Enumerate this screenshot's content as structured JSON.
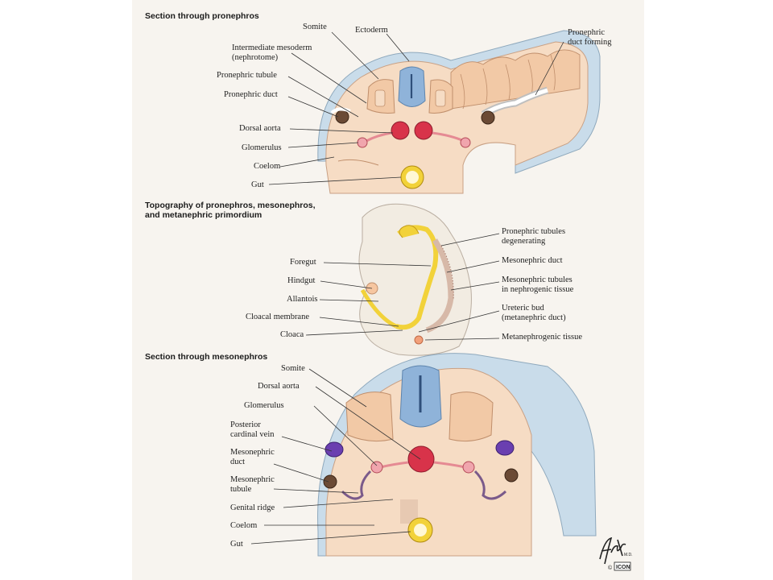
{
  "panels": {
    "pronephros": {
      "title": "Section through pronephros",
      "labels": {
        "somite": "Somite",
        "ectoderm": "Ectoderm",
        "intermediate_mesoderm": "Intermediate mesoderm\n(nephrotome)",
        "pronephric_tubule": "Pronephric tubule",
        "pronephric_duct": "Pronephric duct",
        "pronephric_duct_forming": "Pronephric\nduct forming",
        "dorsal_aorta": "Dorsal aorta",
        "glomerulus": "Glomerulus",
        "coelom": "Coelom",
        "gut": "Gut"
      }
    },
    "topography": {
      "title": "Topography of pronephros, mesonephros,\nand metanephric primordium",
      "labels": {
        "foregut": "Foregut",
        "hindgut": "Hindgut",
        "allantois": "Allantois",
        "cloacal_membrane": "Cloacal membrane",
        "cloaca": "Cloaca",
        "pronephric_tubules_degenerating": "Pronephric tubules\ndegenerating",
        "mesonephric_duct": "Mesonephric duct",
        "mesonephric_tubules": "Mesonephric tubules\nin nephrogenic tissue",
        "ureteric_bud": "Ureteric bud\n(metanephric duct)",
        "metanephrogenic_tissue": "Metanephrogenic tissue"
      }
    },
    "mesonephros": {
      "title": "Section through mesonephros",
      "labels": {
        "somite": "Somite",
        "dorsal_aorta": "Dorsal aorta",
        "glomerulus": "Glomerulus",
        "posterior_cardinal_vein": "Posterior\ncardinal vein",
        "mesonephric_duct": "Mesonephric\nduct",
        "mesonephric_tubule": "Mesonephric\ntubule",
        "genital_ridge": "Genital ridge",
        "coelom": "Coelom",
        "gut": "Gut"
      }
    }
  },
  "signature": {
    "artist": "F. Netter",
    "suffix": "M.D.",
    "publisher_mark": "ICON",
    "copyright_symbol": "©"
  },
  "colors": {
    "ectoderm_blue": "#c9dcea",
    "mesoderm_peach": "#f2c9a6",
    "tissue_light": "#f6dcc4",
    "neural_tube_blue": "#8fb3d9",
    "aorta_red": "#d8334a",
    "gut_yellow": "#f2d23a",
    "vein_purple": "#6a3fb0"
  }
}
